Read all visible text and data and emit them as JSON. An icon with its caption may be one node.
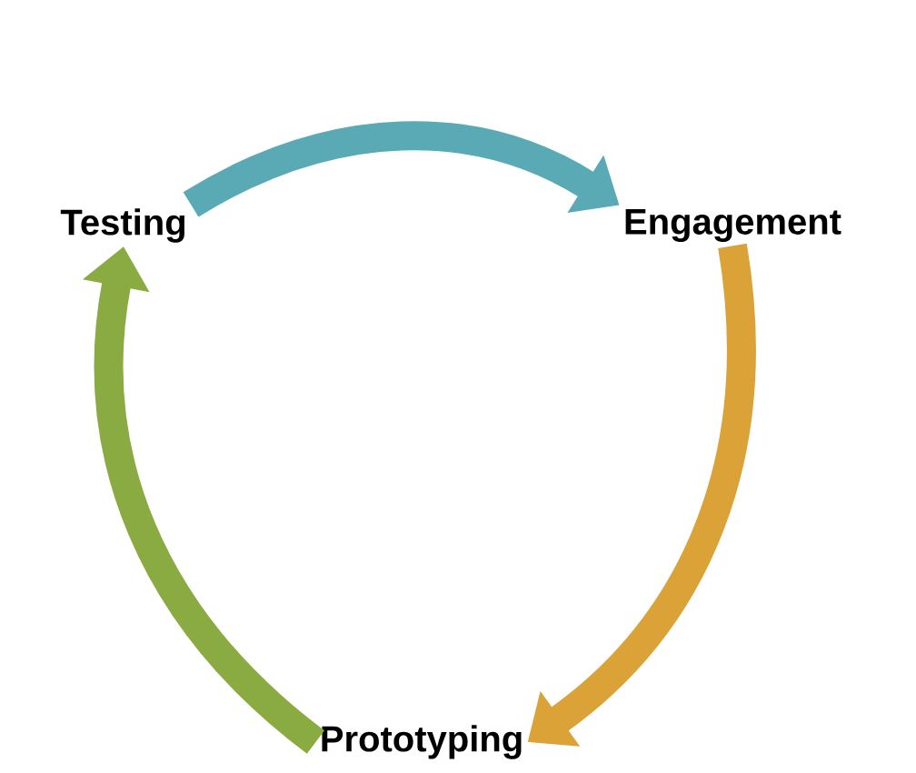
{
  "diagram": {
    "nodes": [
      {
        "text": [
          "Testing"
        ]
      },
      {
        "text": [
          "Engagement"
        ]
      },
      {
        "text": [
          "Prototyping"
        ]
      }
    ],
    "edges": [
      {
        "from": 0,
        "to": 1,
        "arrow": "to",
        "color": "#5aaab5"
      },
      {
        "from": 1,
        "to": 2,
        "arrow": "to",
        "color": "#dba238"
      },
      {
        "from": 2,
        "to": 0,
        "arrow": "to",
        "color": "#8aab42"
      }
    ]
  }
}
